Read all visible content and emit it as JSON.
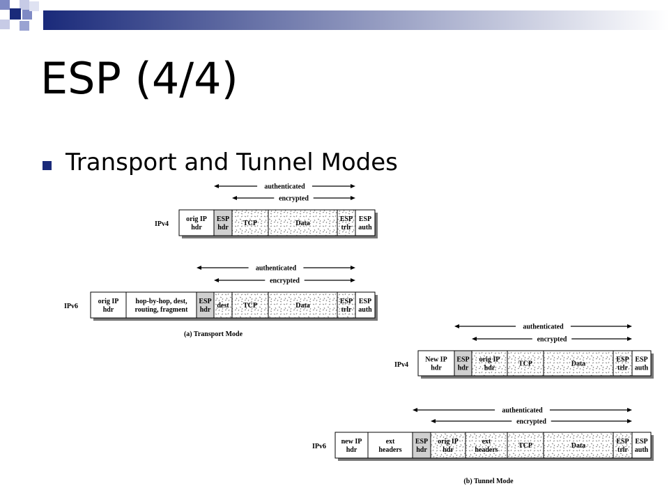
{
  "slide": {
    "title": "ESP (4/4)",
    "bullet": "Transport and Tunnel Modes",
    "accent_color": "#1a2a7a",
    "gradient_end_color": "#ffffff"
  },
  "diagram": {
    "packets": [
      {
        "id": "transport-ipv4",
        "label": "IPv4",
        "authenticated_label": "authenticated",
        "encrypted_label": "encrypted",
        "fields": [
          {
            "lines": [
              "orig IP",
              "hdr"
            ],
            "style": "plain"
          },
          {
            "lines": [
              "ESP",
              "hdr"
            ],
            "style": "shaded"
          },
          {
            "lines": [
              "TCP"
            ],
            "style": "dotted"
          },
          {
            "lines": [
              "Data"
            ],
            "style": "dotted"
          },
          {
            "lines": [
              "ESP",
              "trlr"
            ],
            "style": "dotted"
          },
          {
            "lines": [
              "ESP",
              "auth"
            ],
            "style": "plain"
          }
        ]
      },
      {
        "id": "transport-ipv6",
        "label": "IPv6",
        "authenticated_label": "authenticated",
        "encrypted_label": "encrypted",
        "fields": [
          {
            "lines": [
              "orig IP",
              "hdr"
            ],
            "style": "plain"
          },
          {
            "lines": [
              "hop-by-hop, dest,",
              "routing, fragment"
            ],
            "style": "plain"
          },
          {
            "lines": [
              "ESP",
              "hdr"
            ],
            "style": "shaded"
          },
          {
            "lines": [
              "dest"
            ],
            "style": "dotted"
          },
          {
            "lines": [
              "TCP"
            ],
            "style": "dotted"
          },
          {
            "lines": [
              "Data"
            ],
            "style": "dotted"
          },
          {
            "lines": [
              "ESP",
              "trlr"
            ],
            "style": "dotted"
          },
          {
            "lines": [
              "ESP",
              "auth"
            ],
            "style": "plain"
          }
        ]
      },
      {
        "id": "tunnel-ipv4",
        "label": "IPv4",
        "authenticated_label": "authenticated",
        "encrypted_label": "encrypted",
        "fields": [
          {
            "lines": [
              "New IP",
              "hdr"
            ],
            "style": "plain"
          },
          {
            "lines": [
              "ESP",
              "hdr"
            ],
            "style": "shaded"
          },
          {
            "lines": [
              "orig IP",
              "hdr"
            ],
            "style": "dotted"
          },
          {
            "lines": [
              "TCP"
            ],
            "style": "dotted"
          },
          {
            "lines": [
              "Data"
            ],
            "style": "dotted"
          },
          {
            "lines": [
              "ESP",
              "trlr"
            ],
            "style": "dotted"
          },
          {
            "lines": [
              "ESP",
              "auth"
            ],
            "style": "plain"
          }
        ]
      },
      {
        "id": "tunnel-ipv6",
        "label": "IPv6",
        "authenticated_label": "authenticated",
        "encrypted_label": "encrypted",
        "fields": [
          {
            "lines": [
              "new IP",
              "hdr"
            ],
            "style": "plain"
          },
          {
            "lines": [
              "ext",
              "headers"
            ],
            "style": "plain"
          },
          {
            "lines": [
              "ESP",
              "hdr"
            ],
            "style": "shaded"
          },
          {
            "lines": [
              "orig IP",
              "hdr"
            ],
            "style": "dotted"
          },
          {
            "lines": [
              "ext",
              "headers"
            ],
            "style": "dotted"
          },
          {
            "lines": [
              "TCP"
            ],
            "style": "dotted"
          },
          {
            "lines": [
              "Data"
            ],
            "style": "dotted"
          },
          {
            "lines": [
              "ESP",
              "trlr"
            ],
            "style": "dotted"
          },
          {
            "lines": [
              "ESP",
              "auth"
            ],
            "style": "plain"
          }
        ]
      }
    ],
    "captions": {
      "transport": "(a) Transport Mode",
      "tunnel": "(b) Tunnel Mode"
    },
    "colors": {
      "shaded_fill": "#d0d0d0",
      "shadow": "#777777",
      "stipple": "#8a8a8a"
    }
  }
}
